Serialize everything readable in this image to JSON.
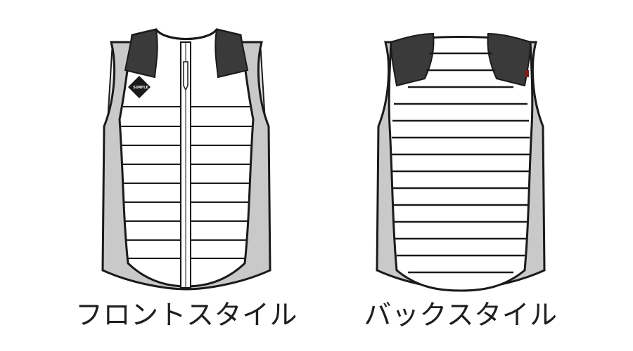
{
  "front": {
    "caption": "フロントスタイル",
    "logo_text": "SURFLE"
  },
  "back": {
    "caption": "バックスタイル"
  },
  "colors": {
    "outline": "#1a1a1a",
    "shoulder_panel": "#3a3a3a",
    "side_panel": "#c9c9c9",
    "body": "#ffffff",
    "accent_tag": "#7a1e1e"
  }
}
